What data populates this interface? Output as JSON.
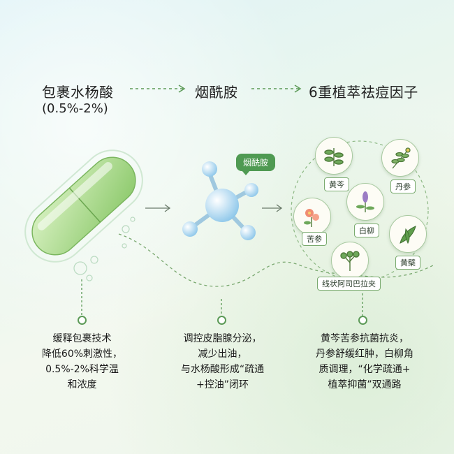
{
  "header": {
    "step1_title": "包裹水杨酸",
    "step1_sub": "(0.5%-2%)",
    "step2_title": "烟酰胺",
    "step3_title": "6重植萃祛痘因子"
  },
  "molecule_bubble": "烟酰胺",
  "herbs": [
    {
      "name": "黄芩",
      "icon": "baikal-skullcap-plant-icon"
    },
    {
      "name": "丹参",
      "icon": "salvia-plant-icon"
    },
    {
      "name": "苦参",
      "icon": "sophora-flower-icon"
    },
    {
      "name": "白柳",
      "icon": "white-willow-plant-icon"
    },
    {
      "name": "黄檗",
      "icon": "phellodendron-leaf-icon"
    },
    {
      "name": "线状阿司巴拉夹",
      "icon": "aspalathus-herb-icon"
    }
  ],
  "descriptions": {
    "col1": [
      "缓释包裹技术",
      "降低60%刺激性，",
      "0.5%-2%科学温",
      "和浓度"
    ],
    "col2": [
      "调控皮脂腺分泌，",
      "减少出油，",
      "与水杨酸形成“疏通",
      "+控油”闭环"
    ],
    "col3": [
      "黄芩苦参抗菌抗炎，",
      "丹参舒缓红肿，白柳角",
      "质调理，“化学疏通+",
      "植萃抑菌”双通路"
    ]
  },
  "colors": {
    "accent": "#5c9a57",
    "capsule": "#a9d88a",
    "molecule": "#a9d6ef"
  }
}
